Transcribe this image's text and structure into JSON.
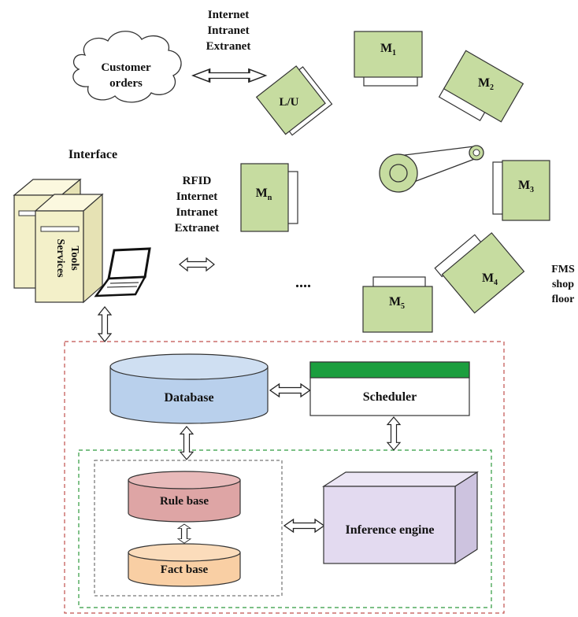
{
  "network_top": [
    "Internet",
    "Intranet",
    "Extranet"
  ],
  "customer_orders": [
    "Customer",
    "orders"
  ],
  "lu_label": "L/U",
  "interface_label": "Interface",
  "server_labels": [
    "Tools",
    "Services"
  ],
  "network_left": [
    "RFID",
    "Internet",
    "Intranet",
    "Extranet"
  ],
  "machines": [
    {
      "base": "M",
      "sub": "1"
    },
    {
      "base": "M",
      "sub": "2"
    },
    {
      "base": "M",
      "sub": "3"
    },
    {
      "base": "M",
      "sub": "4"
    },
    {
      "base": "M",
      "sub": "5"
    },
    {
      "base": "M",
      "sub": "n"
    }
  ],
  "ellipsis": "....",
  "fms_label": [
    "FMS",
    "shop",
    "floor"
  ],
  "database_label": "Database",
  "scheduler_label": "Scheduler",
  "rule_base_label": "Rule base",
  "fact_base_label": "Fact base",
  "inference_engine_label": "Inference engine",
  "colors": {
    "machine_fill": "#c6dca0",
    "database_fill": "#b9d0ec",
    "scheduler_bar": "#1b9e3e",
    "rule_base_fill": "#dea5a5",
    "fact_base_fill": "#f9cfa4",
    "inference_fill": "#e3daf0",
    "server_fill": "#f3f0c9",
    "red_dash": "#c0504d",
    "green_dash": "#2e9a3e"
  }
}
